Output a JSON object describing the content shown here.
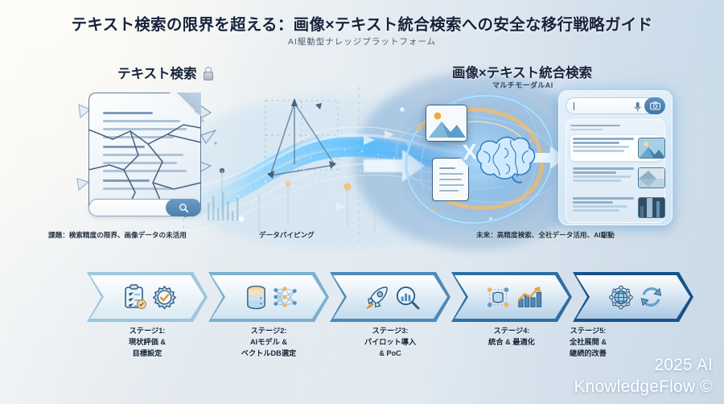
{
  "header": {
    "title": "テキスト検索の限界を超える：画像×テキスト統合検索への安全な移行戦略ガイド",
    "subtitle": "AI駆動型ナレッジプラットフォーム"
  },
  "sections": {
    "left": {
      "heading": "テキスト検索",
      "lock_icon": "lock-icon"
    },
    "right": {
      "heading": "画像×テキスト統合検索",
      "subheading": "マルチモーダルAI"
    }
  },
  "captions": {
    "problem": "課題：検索精度の限界、画像データの未活用",
    "pipeline": "データパイピング",
    "future": "未来：高精度検索、全社データ活用、AI駆動"
  },
  "roadmap": [
    {
      "title": "ステージ1:",
      "line2": "現状評価 &",
      "line3": "目標設定",
      "icons": [
        "clipboard-check-icon",
        "gear-check-icon"
      ],
      "border": "#9dc6df",
      "fill": "#dbeaf4"
    },
    {
      "title": "ステージ2:",
      "line2": "AIモデル &",
      "line3": "ベクトルDB選定",
      "icons": [
        "database-icon",
        "neural-network-icon"
      ],
      "border": "#7bb0d2",
      "fill": "#cfe3f1"
    },
    {
      "title": "ステージ3:",
      "line2": "パイロット導入",
      "line3": "& PoC",
      "icons": [
        "rocket-icon",
        "magnifier-chart-icon"
      ],
      "border": "#4d8ab8",
      "fill": "#c2daec"
    },
    {
      "title": "ステージ4:",
      "line2": "統合 & 最適化",
      "line3": "",
      "icons": [
        "network-database-icon",
        "growth-chart-icon"
      ],
      "border": "#2e6fa3",
      "fill": "#b6d2e8"
    },
    {
      "title": "ステージ5:",
      "line2": "全社展開 &",
      "line3": "継続的改善",
      "icons": [
        "globe-network-icon",
        "refresh-cycle-icon"
      ],
      "border": "#17538a",
      "fill": "#aac9e3"
    }
  ],
  "watermark": {
    "line1": "2025 AI",
    "line2": "KnowledgeFlow ©"
  },
  "colors": {
    "accent_blue": "#3f86c4",
    "deep_navy": "#17538a",
    "stream_cyan": "#5ec8ff",
    "orbit_gold": "#e9b25a",
    "cream_bg": "#faf6ee",
    "blue_bg": "#c9d9e6"
  }
}
